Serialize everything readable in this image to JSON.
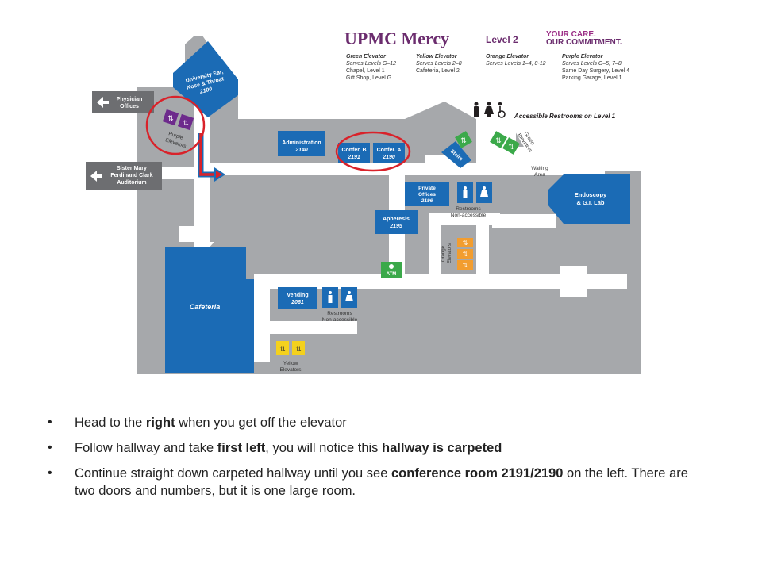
{
  "header": {
    "brand": "UPMC Mercy",
    "level": "Level 2",
    "tagline_1": "YOUR CARE.",
    "tagline_2": "OUR COMMITMENT."
  },
  "elevator_legend": [
    {
      "name": "Green Elevator",
      "line1": "Serves Levels G–12",
      "line2": "Chapel, Level 1",
      "line3": "Gift Shop, Level G"
    },
    {
      "name": "Yellow Elevator",
      "line1": "Serves Levels 2–8",
      "line2": "Cafeteria, Level 2",
      "line3": ""
    },
    {
      "name": "Orange Elevator",
      "line1": "Serves Levels 1–4, 8-12",
      "line2": "",
      "line3": ""
    },
    {
      "name": "Purple Elevator",
      "line1": "Serves Levels G–5, 7–8",
      "line2": "Same Day Surgery, Level 4",
      "line3": "Parking Garage, Level 1"
    }
  ],
  "accessible_restrooms": "Accessible Restrooms on Level 1",
  "rooms": {
    "ear_nose_throat_1": "University Ear,",
    "ear_nose_throat_2": "Nose & Throat",
    "ear_nose_throat_num": "2100",
    "administration": "Administration",
    "administration_num": "2140",
    "confer_b": "Confer. B",
    "confer_b_num": "2191",
    "confer_a": "Confer. A",
    "confer_a_num": "2190",
    "private_offices_1": "Private",
    "private_offices_2": "Offices",
    "private_offices_num": "2196",
    "apheresis": "Apheresis",
    "apheresis_num": "2195",
    "endoscopy_1": "Endoscopy",
    "endoscopy_2": "& G.I. Lab",
    "cafeteria": "Cafeteria",
    "vending": "Vending",
    "vending_num": "2061",
    "atm": "ATM",
    "stairs": "Stairs"
  },
  "signs": {
    "physician_1": "Physician",
    "physician_2": "Offices",
    "auditorium_1": "Sister Mary",
    "auditorium_2": "Ferdinand Clark",
    "auditorium_3": "Auditorium"
  },
  "labels": {
    "purple_elevators_1": "Purple",
    "purple_elevators_2": "Elevators",
    "green_elevators_1": "Green",
    "green_elevators_2": "Elevators",
    "waiting_1": "Waiting",
    "waiting_2": "Area",
    "restrooms_top_1": "Restrooms",
    "restrooms_top_2": "Non-accessible",
    "restrooms_bottom_1": "Restrooms",
    "restrooms_bottom_2": "Non-accessible",
    "orange_elevators_1": "Orange",
    "orange_elevators_2": "Elevators",
    "yellow_elevators_1": "Yellow",
    "yellow_elevators_2": "Elevators"
  },
  "colors": {
    "building": "#a6a8ab",
    "hallway": "#ffffff",
    "room_blue": "#1b6bb5",
    "sign_gray": "#6d6e71",
    "purple": "#6d2a8c",
    "green": "#3ba94a",
    "orange": "#f29d2f",
    "yellow": "#f4d11d",
    "highlight_red": "#d9222a",
    "brand_purple": "#6b2c6e"
  },
  "directions": [
    {
      "p1": "Head to the ",
      "b1": "right",
      "p2": " when you get off the elevator",
      "b2": "",
      "p3": "",
      "b3": "",
      "p4": ""
    },
    {
      "p1": "Follow hallway and take ",
      "b1": "first left",
      "p2": ", you will notice this ",
      "b2": "hallway is carpeted",
      "p3": "",
      "b3": "",
      "p4": ""
    },
    {
      "p1": "Continue straight down carpeted hallway until you see ",
      "b1": "conference room 2191/2190",
      "p2": " on the left. There are two doors and numbers, but it is one large room.",
      "b2": "",
      "p3": "",
      "b3": "",
      "p4": ""
    }
  ]
}
